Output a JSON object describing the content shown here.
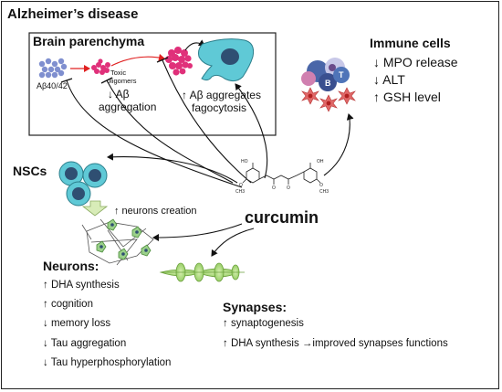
{
  "title": "Alzheimer’s disease",
  "parenchyma": {
    "title": "Brain parenchyma",
    "monomer_label": "Aβ40/42",
    "oligomer_label": [
      "Toxic",
      "oligomers"
    ],
    "aggregation_text": [
      "↓ Aβ",
      "aggregation"
    ],
    "phagocytosis_text": [
      "↑ Aβ aggregates",
      "fagocytosis"
    ]
  },
  "immune": {
    "title": "Immune cells",
    "items": [
      "↓ MPO release",
      "↓ ALT",
      "↑ GSH level"
    ],
    "cell_letters": [
      "T",
      "B"
    ]
  },
  "nscs": {
    "title": "NSCs",
    "effect": "↑ neurons creation"
  },
  "curcumin": {
    "label": "curcumin",
    "atom_labels": [
      "HO",
      "OH",
      "O",
      "O",
      "O",
      "CH3",
      "O",
      "CH3"
    ]
  },
  "neurons": {
    "title": "Neurons:",
    "items": [
      "↑ DHA synthesis",
      "↑ cognition",
      "↓ memory loss",
      "↓ Tau aggregation",
      "↓ Tau hyperphosphorylation"
    ]
  },
  "synapses": {
    "title": "Synapses:",
    "items": [
      "↑ synaptogenesis",
      "↑  DHA synthesis →improved synapses functions"
    ]
  },
  "colors": {
    "amyloid_monomer": "#7f8fcf",
    "amyloid_aggregate": "#e0307a",
    "microglia": "#5fc9d6",
    "nucleus": "#2f4f72",
    "neuron_green": "#9bd08a",
    "synapse_green": "#a6d86f",
    "immune_red": "#d83a3a",
    "arrow": "#111111",
    "red_arrow": "#e02020"
  }
}
